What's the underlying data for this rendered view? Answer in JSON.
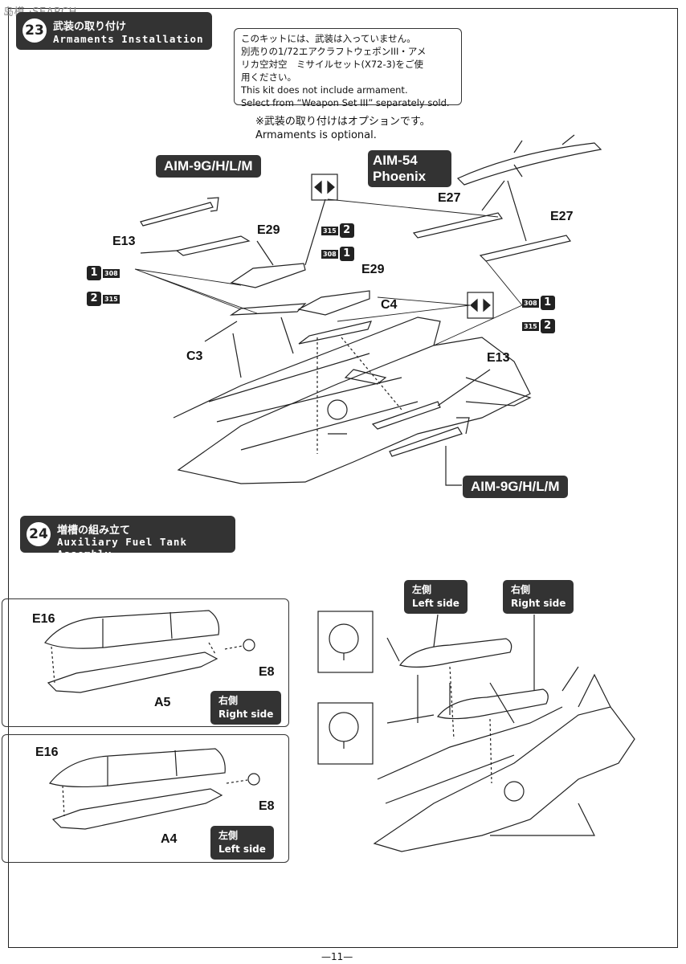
{
  "watermark": "岛模 ·SEARCH",
  "step23": {
    "number": "23",
    "title_jp": "武装の取り付け",
    "title_en": "Armaments Installation"
  },
  "notice": {
    "line1": "このキットには、武装は入っていません。",
    "line2": "別売りの1/72エアクラフトウェポンIII・アメ",
    "line3": "リカ空対空　ミサイルセット(X72-3)をご使",
    "line4": "用ください。",
    "line5": "This kit does not include armament.",
    "line6": "Select from “Weapon Set III” separately sold."
  },
  "optional": {
    "jp": "※武装の取り付けはオプションです。",
    "en": "Armaments is optional."
  },
  "labels": {
    "aim9_top": "AIM-9G/H/L/M",
    "aim54_line1": "AIM-54",
    "aim54_line2": "Phoenix",
    "aim9_bottom": "AIM-9G/H/L/M"
  },
  "parts23": {
    "e13_top": "E13",
    "e29_a": "E29",
    "e29_b": "E29",
    "e27_a": "E27",
    "e27_b": "E27",
    "c3": "C3",
    "c4": "C4",
    "e13_right": "E13"
  },
  "badges": {
    "n1": "1",
    "n2": "2",
    "t308": "308",
    "t315": "315"
  },
  "step24": {
    "number": "24",
    "title_jp": "増槽の組み立て",
    "title_en": "Auxiliary Fuel Tank Assembly"
  },
  "panel_right": {
    "e16": "E16",
    "a5": "A5",
    "e8": "E8",
    "side_jp": "右側",
    "side_en": "Right side"
  },
  "panel_left": {
    "e16": "E16",
    "a4": "A4",
    "e8": "E8",
    "side_jp": "左側",
    "side_en": "Left side"
  },
  "assembly_labels": {
    "left_jp": "左側",
    "left_en": "Left side",
    "right_jp": "右側",
    "right_en": "Right side"
  },
  "footer": "—11—"
}
